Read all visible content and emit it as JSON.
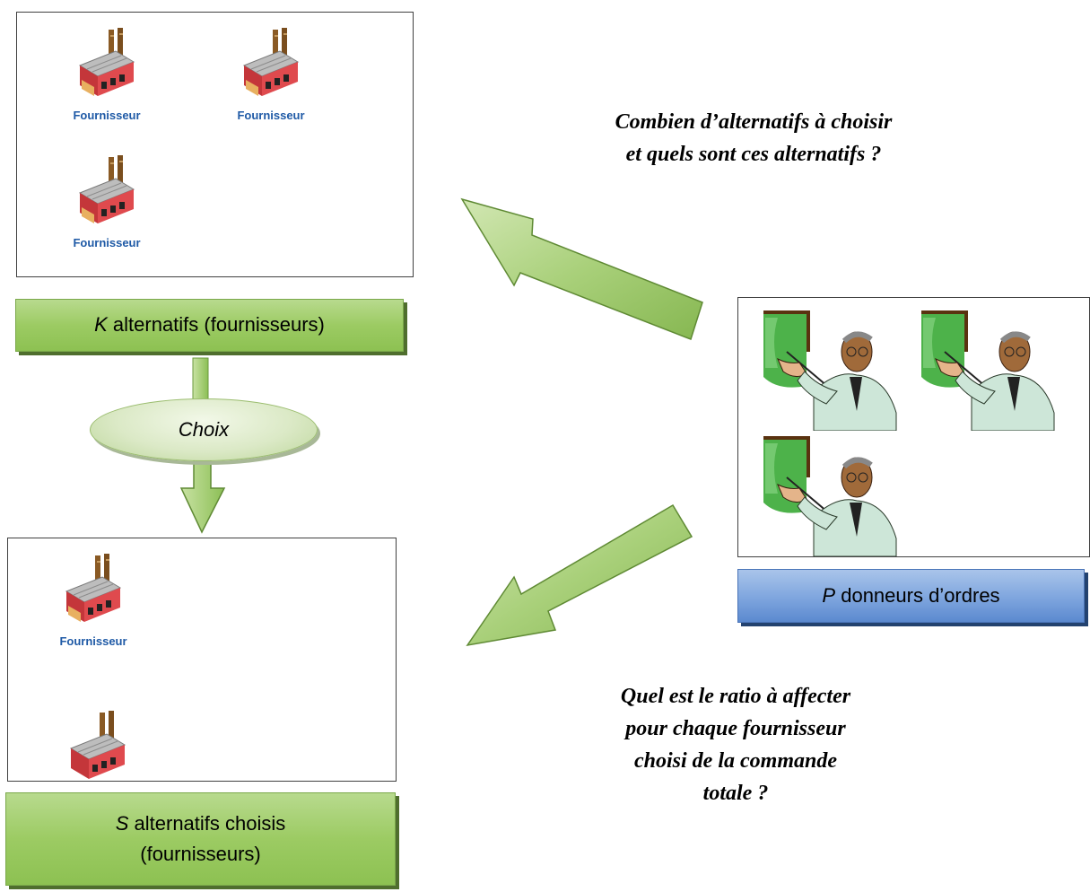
{
  "factory_label": "Fournisseur",
  "top_box_label": {
    "var": "K",
    "text": " alternatifs (fournisseurs)"
  },
  "choix_label": "Choix",
  "bottom_box_label": {
    "var": "S",
    "line1": " alternatifs choisis",
    "line2": "(fournisseurs)"
  },
  "right_box_label": {
    "var": "P",
    "text": " donneurs d’ordres"
  },
  "question_top": [
    "Combien d’alternatifs à choisir",
    "et quels sont ces alternatifs ?"
  ],
  "question_bottom": [
    "Quel est le ratio à affecter",
    "pour chaque fournisseur",
    "choisi de la commande",
    "totale ?"
  ],
  "colors": {
    "green": "#9ccb63",
    "blue": "#7ea5de",
    "factory_label": "#1f5aa6"
  },
  "icons": {
    "factory": "factory-icon",
    "presenter": "presenter-icon"
  }
}
